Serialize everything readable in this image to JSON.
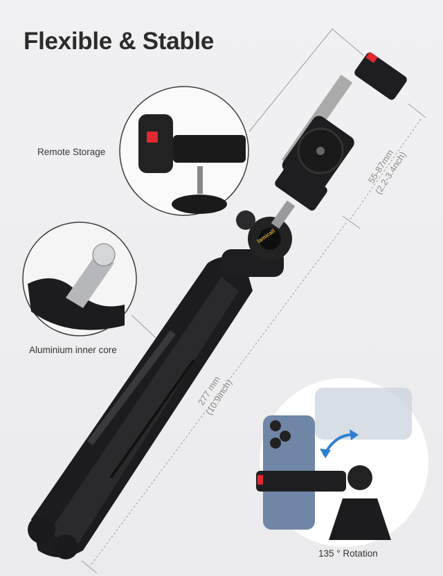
{
  "title": "Flexible & Stable",
  "callouts": {
    "remote_storage": "Remote Storage",
    "aluminium_core": "Aluminium inner core",
    "rotation": "135 ° Rotation"
  },
  "dimensions": {
    "clamp_mm": "55-87mm",
    "clamp_inch": "(2.2-3.4nch)",
    "length_mm": "277 mm",
    "length_inch": "(10.9inch)"
  },
  "brand": "lamicall",
  "colors": {
    "background": "#eeeef0",
    "product": "#1e1e20",
    "accent_red": "#e0282e",
    "rotation_arrow": "#2f7fd0",
    "phone": "#6f86a6"
  }
}
